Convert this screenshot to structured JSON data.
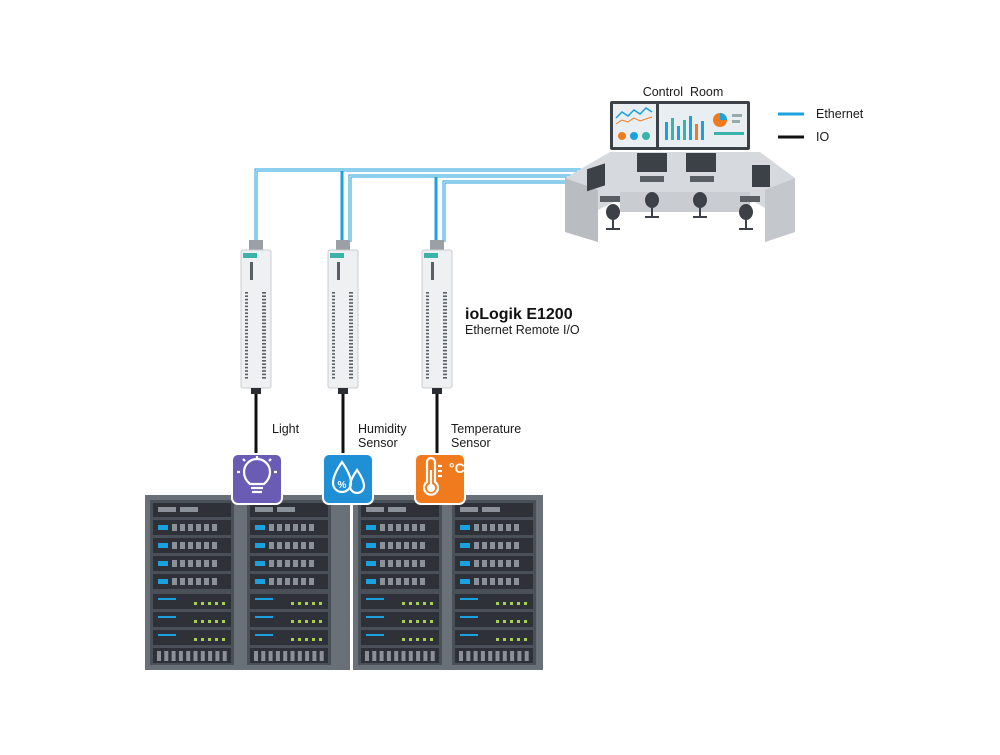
{
  "legend": {
    "items": [
      {
        "label": "Ethernet",
        "color": "#1ba1dd"
      },
      {
        "label": "IO",
        "color": "#111111"
      }
    ]
  },
  "control_room": {
    "label": "Control  Room"
  },
  "device": {
    "name": "ioLogik E1200",
    "description": "Ethernet Remote I/O",
    "count": 3,
    "accent_color": "#3bb3a8"
  },
  "sensors": [
    {
      "label_lines": [
        "Light"
      ],
      "icon": "lightbulb-icon",
      "color": "#6a5bb5"
    },
    {
      "label_lines": [
        "Humidity",
        "Sensor"
      ],
      "icon": "humidity-drops-icon",
      "color": "#1f8fd6"
    },
    {
      "label_lines": [
        "Temperature",
        "Sensor"
      ],
      "icon": "thermometer-celsius-icon",
      "color": "#f07b1e"
    }
  ],
  "server_racks": {
    "count": 4,
    "frame_color": "#4a5058",
    "led_color": "#a6d14a",
    "accent_color": "#1ba1dd"
  }
}
